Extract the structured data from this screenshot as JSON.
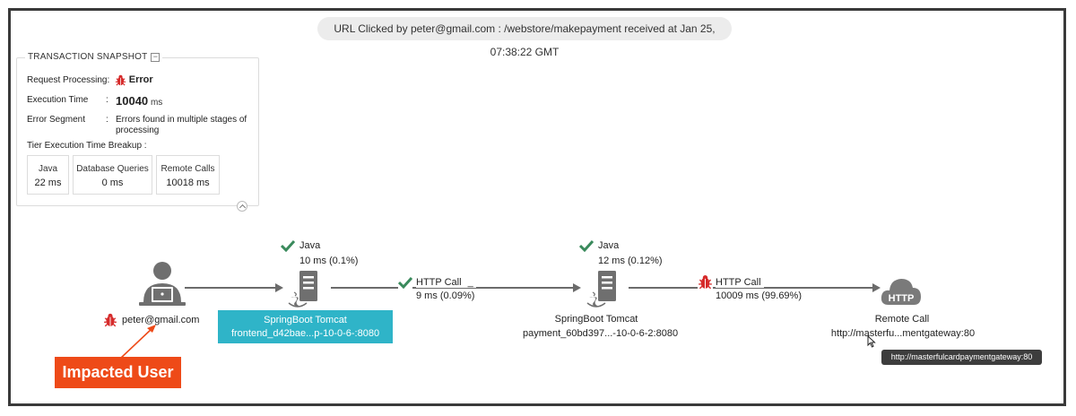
{
  "header": {
    "info": "URL Clicked by peter@gmail.com : /webstore/makepayment received at Jan 25, 07:38:22 GMT"
  },
  "snapshot": {
    "title": "TRANSACTION SNAPSHOT",
    "collapse_symbol": "−",
    "request_processing_label": "Request Processing:",
    "request_processing_value": "Error",
    "execution_time_label": "Execution Time",
    "execution_time_value": "10040",
    "execution_time_unit": "ms",
    "error_segment_label": "Error Segment",
    "separator": ":",
    "error_segment_value": "Errors found in multiple stages of processing",
    "tier_breakup_label": "Tier Execution Time Breakup :",
    "tiers": [
      {
        "name": "Java",
        "value": "22 ms"
      },
      {
        "name": "Database Queries",
        "value": "0 ms"
      },
      {
        "name": "Remote Calls",
        "value": "10018 ms"
      }
    ]
  },
  "flow": {
    "user": {
      "label": "peter@gmail.com",
      "icon": "user-laptop-icon"
    },
    "tomcat1": {
      "status_label": "Java",
      "time": "10 ms (0.1%)",
      "title": "SpringBoot Tomcat",
      "subtitle": "frontend_d42bae...p-10-0-6-:8080"
    },
    "call1": {
      "label": "HTTP Call",
      "dash": "_",
      "time": "9 ms (0.09%)"
    },
    "tomcat2": {
      "status_label": "Java",
      "time": "12 ms (0.12%)",
      "title": "SpringBoot Tomcat",
      "subtitle": "payment_60bd397...-10-0-6-2:8080"
    },
    "call2": {
      "label": "HTTP Call",
      "time": "10009 ms (99.69%)"
    },
    "remote": {
      "icon_text": "HTTP",
      "title": "Remote Call",
      "subtitle": "http://masterfu...mentgateway:80",
      "tooltip": "http://masterfulcardpaymentgateway:80"
    }
  },
  "annotation": {
    "label": "Impacted User"
  },
  "colors": {
    "accent": "#2fb4c8",
    "error": "#d62b2b",
    "ok": "#3a8a5c",
    "callout": "#ee4a18"
  }
}
